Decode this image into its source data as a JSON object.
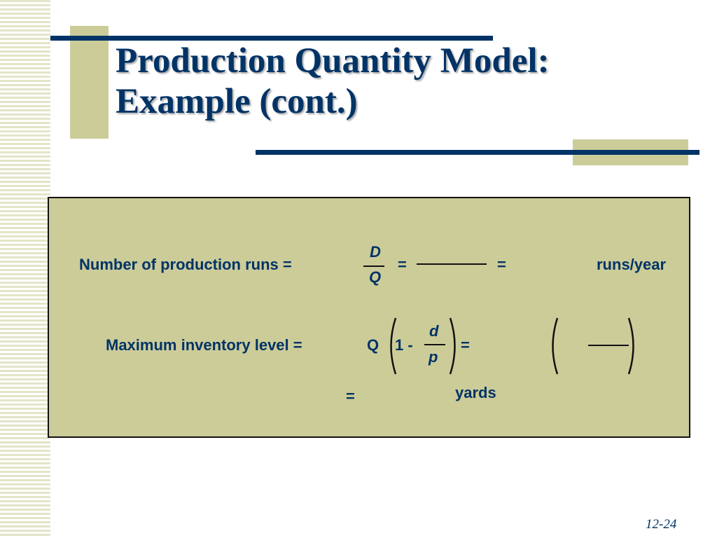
{
  "slide": {
    "title": {
      "line1": "Production Quantity Model:",
      "line2": "Example (cont.)"
    },
    "eq1": {
      "label": "Number of production runs =",
      "numerator": "D",
      "denominator": "Q",
      "equals1": "=",
      "equals2": "=",
      "unit": "runs/year"
    },
    "eq2": {
      "label": "Maximum inventory level =",
      "q": "Q",
      "one_minus": "1 -",
      "numerator": "d",
      "denominator": "p",
      "equals1": "=",
      "equals2": "=",
      "unit": "yards"
    },
    "slide_number": "12-24"
  },
  "colors": {
    "navy": "#003366",
    "khaki": "#cccc99",
    "stripe": "#e4e4c8"
  }
}
